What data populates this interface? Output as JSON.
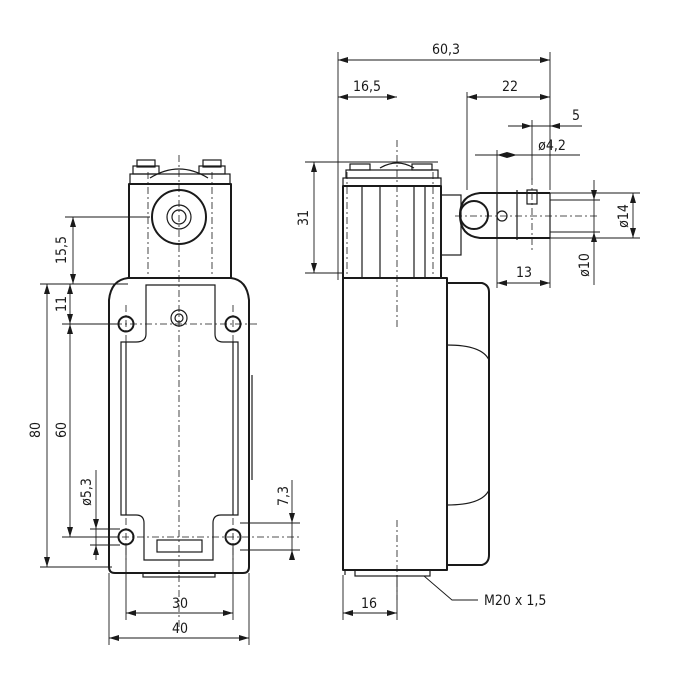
{
  "dimensions": {
    "front": {
      "height_total": "80",
      "height_holes": "60",
      "head_height": "15,5",
      "top_hole_offset": "11",
      "hole_diameter": "ø5,3",
      "bottom_hole_offset": "7,3",
      "hole_spacing": "30",
      "width_total": "40"
    },
    "side": {
      "total_length": "60,3",
      "head_offset": "16,5",
      "lever_length": "22",
      "lever_end": "5",
      "lever_hole": "ø4,2",
      "head_height": "31",
      "roller_diameter": "ø14",
      "shaft_diameter": "ø10",
      "roller_width": "13",
      "conduit_offset": "16",
      "conduit_thread": "M20 x 1,5"
    }
  },
  "colors": {
    "line": "#1a1a1a",
    "background": "#ffffff"
  }
}
